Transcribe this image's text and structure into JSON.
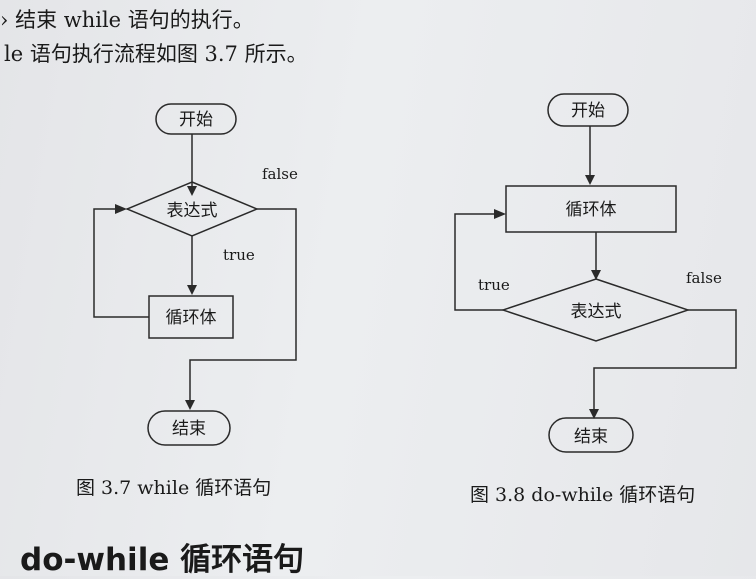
{
  "text": {
    "line1": "› 结束 while 语句的执行。",
    "line2": "le 语句执行流程如图 3.7 所示。"
  },
  "figure_37": {
    "start": "开始",
    "condition": "表达式",
    "body": "循环体",
    "end": "结束",
    "true_label": "true",
    "false_label": "false",
    "caption": "图 3.7    while 循环语句"
  },
  "figure_38": {
    "start": "开始",
    "body": "循环体",
    "condition": "表达式",
    "end": "结束",
    "true_label": "true",
    "false_label": "false",
    "caption": "图 3.8    do-while 循环语句"
  },
  "heading": "do-while 循环语句"
}
